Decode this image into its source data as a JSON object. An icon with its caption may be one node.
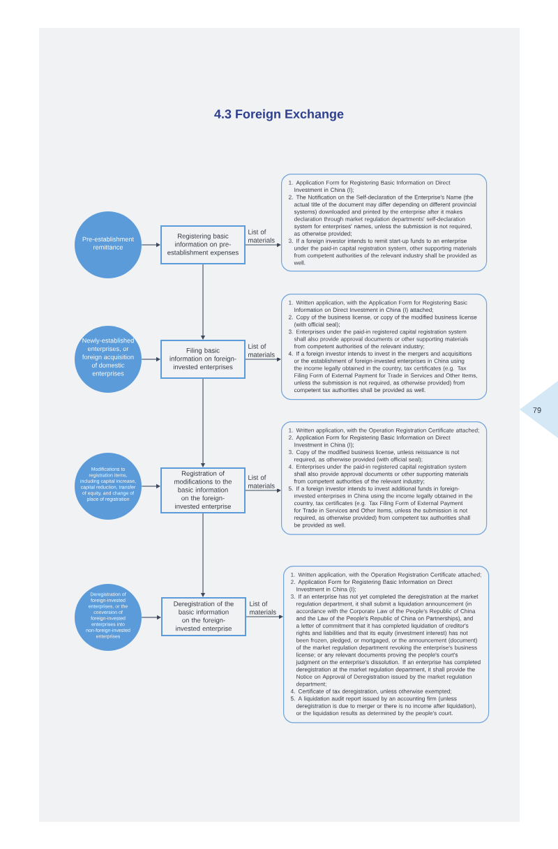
{
  "diagram": {
    "title": "4.3 Foreign Exchange",
    "nodes": [
      {
        "text": [
          "Pre-establishment remittance"
        ]
      },
      {
        "text": [
          "Registering basic information on pre-establishment expenses"
        ]
      },
      {
        "text": [
          "1. Application Form for Registering Basic Information on Direct Investment in China (I);",
          "2. The Notification on the Self-declaration of the Enterprise's Name (the actual title of the document may differ depending on different provincial systems) downloaded and printed by the enterprise after it makes declaration through market regulation departments' self-declaration system for enterprises' names, unless the submission is not required, as otherwise provided;",
          "3. If a foreign investor intends to remit start-up funds to an enterprise under the paid-in capital registration system, other supporting materials from competent authorities of the relevant industry shall be provided as well."
        ]
      },
      {
        "text": [
          "Newly-established enterprises, or foreign acquisition of domestic enterprises"
        ]
      },
      {
        "text": [
          "Filing basic information on foreign-invested enterprises"
        ]
      },
      {
        "text": [
          "1. Written application, with the Application Form for Registering Basic Information on Direct Investment in China (I) attached;",
          "2. Copy of the business license, or copy of the modified business license (with official seal);",
          "3. Enterprises under the paid-in registered capital registration system shall also provide approval documents or other supporting materials from competent authorities of the relevant industry;",
          "4. If a foreign investor intends to invest in the mergers and acquisitions or the establishment of foreign-invested enterprises in China using the income legally obtained in the country, tax certificates (e.g. Tax Filing Form of External Payment for Trade in Services and Other Items, unless the submission is not required, as otherwise provided) from competent tax authorities shall be provided as well."
        ]
      },
      {
        "text": [
          "Modifications to registration items, including capital increase, capital reduction, transfer of equity, and change of place of registration"
        ]
      },
      {
        "text": [
          "Registration of modifications to the basic information on the foreign-invested enterprise"
        ]
      },
      {
        "text": [
          "1. Written application, with the Operation Registration Certificate attached;",
          "2. Application Form for Registering Basic Information on Direct Investment in China (I);",
          "3. Copy of the modified business license, unless reissuance is not required, as otherwise provided (with official seal);",
          "4. Enterprises under the paid-in registered capital registration system shall also provide approval documents or other supporting materials from competent authorities of the relevant industry;",
          "5. If a foreign investor intends to invest additional funds in foreign-invested enterprises in China using the income legally obtained in the country, tax certificates (e.g. Tax Filing Form of External Payment for Trade in Services and Other Items, unless the submission is not required, as otherwise provided) from competent tax authorities shall be provided as well."
        ]
      },
      {
        "text": [
          "Deregistration of foreign-invested enterprises, or the conversion of foreign-invested enterprises into non-foreign-invested enterprises"
        ]
      },
      {
        "text": [
          "Deregistration of the basic information on the foreign-invested enterprise"
        ]
      },
      {
        "text": [
          "1. Written application, with the Operation Registration Certificate attached;",
          "2. Application Form for Registering Basic Information on Direct Investment in China (I);",
          "3. If an enterprise has not yet completed the deregistration at the market regulation department, it shall submit a liquidation announcement (in accordance with the Corporate Law of the People's Republic of China and the Law of the People's Republic of China on Partnerships), and a letter of commitment that it has completed liquidation of creditor's rights and liabilities and that its equity (investment interest) has not been frozen, pledged, or mortgaged, or the announcement (document) of the market regulation department revoking the enterprise's business license; or any relevant documents proving the people's court's judgment on the enterprise's dissolution. If an enterprise has completed deregistration at the market regulation department, it shall provide the Notice on Approval of Deregistration issued by the market regulation department;",
          "4. Certificate of tax deregistration, unless otherwise exempted;",
          "5. A liquidation audit report issued by an accounting firm (unless deregistration is due to merger or there is no income after liquidation), or the liquidation results as determined by the people's court."
        ]
      }
    ],
    "edges": [
      {
        "from": 0,
        "to": 1,
        "arrow": "to"
      },
      {
        "from": 1,
        "to": 2,
        "arrow": "to",
        "label": "List of materials"
      },
      {
        "from": 1,
        "to": 4,
        "arrow": "to"
      },
      {
        "from": 3,
        "to": 4,
        "arrow": "to"
      },
      {
        "from": 4,
        "to": 5,
        "arrow": "to",
        "label": "List of materials"
      },
      {
        "from": 4,
        "to": 7,
        "arrow": "to"
      },
      {
        "from": 6,
        "to": 7,
        "arrow": "to"
      },
      {
        "from": 7,
        "to": 8,
        "arrow": "to",
        "label": "List of materials"
      },
      {
        "from": 7,
        "to": 10,
        "arrow": "to"
      },
      {
        "from": 9,
        "to": 10,
        "arrow": "to"
      },
      {
        "from": 10,
        "to": 11,
        "arrow": "to",
        "label": "List of materials"
      }
    ],
    "labels": [
      "79"
    ]
  }
}
